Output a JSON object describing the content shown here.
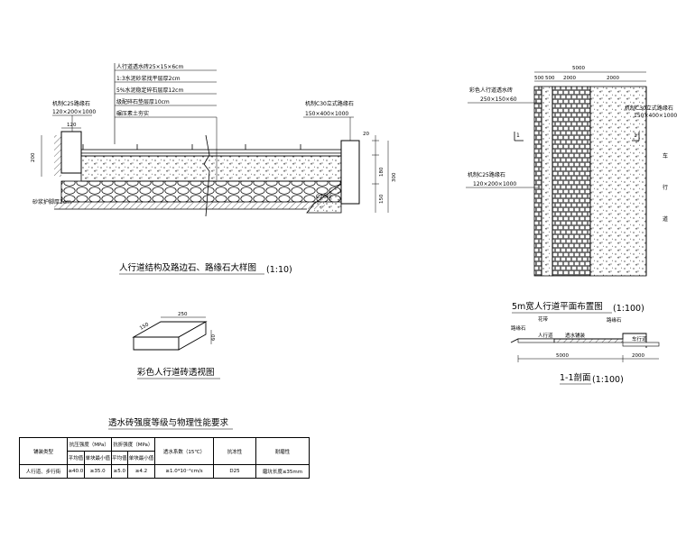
{
  "section_detail": {
    "title": "人行道结构及路边石、路缘石大样图",
    "scale": "(1:10)",
    "layers": [
      "人行道透水砖25×15×6cm",
      "1:3水泥砂浆找平层厚2cm",
      "5%水泥稳定碎石层厚12cm",
      "级配碎石垫层厚10cm",
      "碾压素土夯实"
    ],
    "curb_left_label": "机制C25路缘石",
    "curb_left_size": "120×200×1000",
    "curb_right_label": "机制C30立式路缘石",
    "curb_right_size": "150×400×1000",
    "base_left_label": "砂浆护脚厚2cm",
    "concrete_label": "C20砼",
    "dims": {
      "top_left": "120",
      "left_height": "200",
      "right_top": "20",
      "right_a": "180",
      "right_b": "150",
      "right_c": "300"
    }
  },
  "brick_view": {
    "title": "彩色人行道砖透视图",
    "length": "250",
    "width": "150",
    "height": "60"
  },
  "plan_view": {
    "title": "5m宽人行道平面布置图",
    "scale": "(1:100)",
    "total_width": "5000",
    "segments": [
      "500",
      "500",
      "2000",
      "2000"
    ],
    "left_label": "彩色人行道透水砖",
    "left_label_size": "250×150×60",
    "curb_label": "机制C25路缘石",
    "curb_size": "120×200×1000",
    "right_label": "机制C30立式路缘石",
    "right_size": "150×400×1000",
    "road_label": [
      "车",
      "行",
      "道"
    ],
    "section_mark": "1"
  },
  "section_1_1": {
    "title": "1-1剖面",
    "scale": "(1:100)",
    "labels": [
      "路缘石",
      "花带",
      "人行道",
      "透水铺装",
      "路缘石",
      "车行道"
    ],
    "dim_left": "5000",
    "dim_right": "2000"
  },
  "table": {
    "title": "透水砖强度等级与物理性能要求",
    "headers": {
      "col1": "铺装类型",
      "col2": "抗压强度（MPa）",
      "col2_sub": [
        "平均值",
        "单块最小值"
      ],
      "col3": "抗折强度（MPa）",
      "col3_sub": [
        "平均值",
        "单块最小值"
      ],
      "col4": "透水系数（15℃）",
      "col5": "抗冻性",
      "col6": "耐磨性"
    },
    "rows": [
      {
        "type": "人行道、步行街",
        "c_avg": "≥40.0",
        "c_min": "≥35.0",
        "f_avg": "≥5.0",
        "f_min": "≥4.2",
        "perm": "≥1.0*10⁻²cm/s",
        "frost": "D25",
        "wear": "磨坑长度≤35mm"
      }
    ]
  }
}
